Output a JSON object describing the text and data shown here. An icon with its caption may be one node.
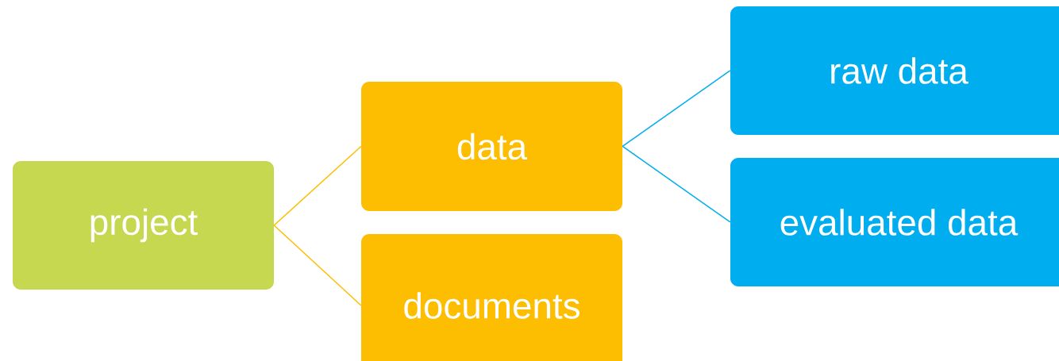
{
  "diagram": {
    "nodes": [
      {
        "text": [
          "project"
        ]
      },
      {
        "text": [
          "data"
        ]
      },
      {
        "text": [
          "documents"
        ]
      },
      {
        "text": [
          "raw data"
        ]
      },
      {
        "text": [
          "evaluated data"
        ]
      }
    ],
    "edges": [
      {
        "from": 0,
        "to": 1,
        "arrow": "none"
      },
      {
        "from": 0,
        "to": 2,
        "arrow": "none"
      },
      {
        "from": 1,
        "to": 3,
        "arrow": "none",
        "color": "#00adef"
      },
      {
        "from": 1,
        "to": 4,
        "arrow": "none",
        "color": "#00adef"
      }
    ]
  }
}
